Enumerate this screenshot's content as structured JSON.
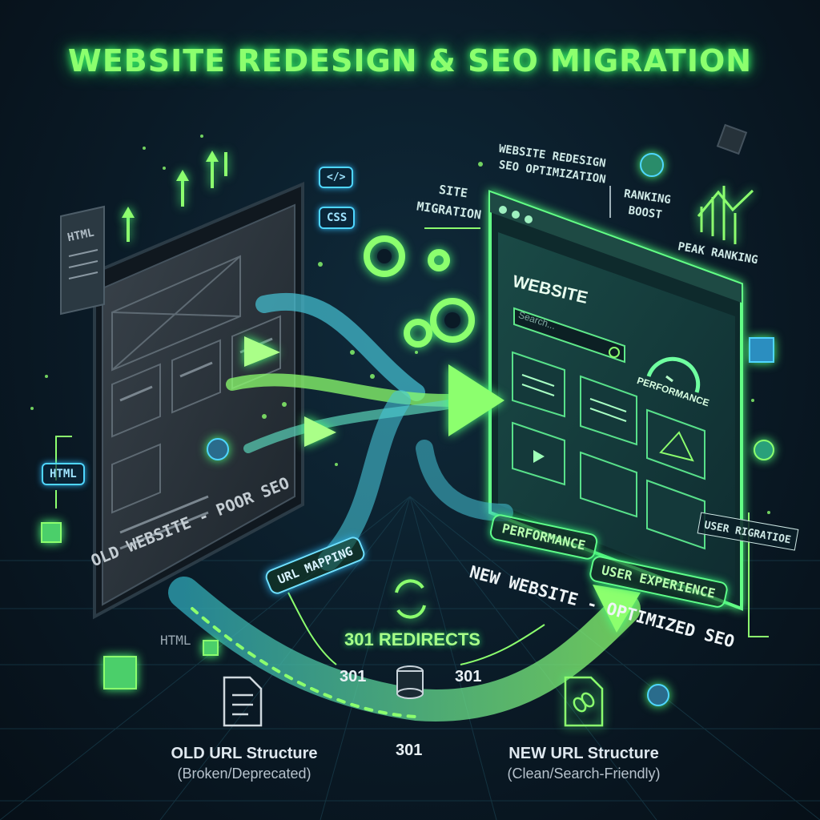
{
  "title": "WEBSITE REDESIGN & SEO MIGRATION",
  "old_site": {
    "label": "OLD WEBSITE - POOR SEO",
    "html_tag_top": "HTML",
    "html_tag_side": "HTML",
    "html_text_bottom": "HTML",
    "css_tag": "CSS",
    "code_tag": "</>"
  },
  "new_site": {
    "label": "NEW WEBSITE - OPTIMIZED SEO",
    "browser_title": "WEBSITE",
    "search_placeholder": "Search...",
    "performance_gauge_label": "PERFORMANCE",
    "header_line1": "WEBSITE REDESIGN",
    "header_line2": "SEO OPTIMIZATION",
    "ranking_boost": "RANKING BOOST",
    "peak_ranking": "PEAK RANKING",
    "pill_performance": "PERFORMANCE",
    "pill_user_experience": "USER EXPERIENCE",
    "user_migration": "USER RIGRATIOE"
  },
  "flow": {
    "site_migration_line1": "SITE",
    "site_migration_line2": "MIGRATION",
    "url_mapping": "URL MAPPING",
    "redirects": "301 REDIRECTS",
    "code_left": "301",
    "code_right": "301",
    "code_bottom": "301"
  },
  "url_structure": {
    "old_title": "OLD URL Structure",
    "old_sub": "(Broken/Deprecated)",
    "new_title": "NEW URL Structure",
    "new_sub": "(Clean/Search-Friendly)"
  },
  "colors": {
    "accent_green": "#8cff6e",
    "accent_cyan": "#4fd6ff",
    "background": "#0a1a26"
  }
}
